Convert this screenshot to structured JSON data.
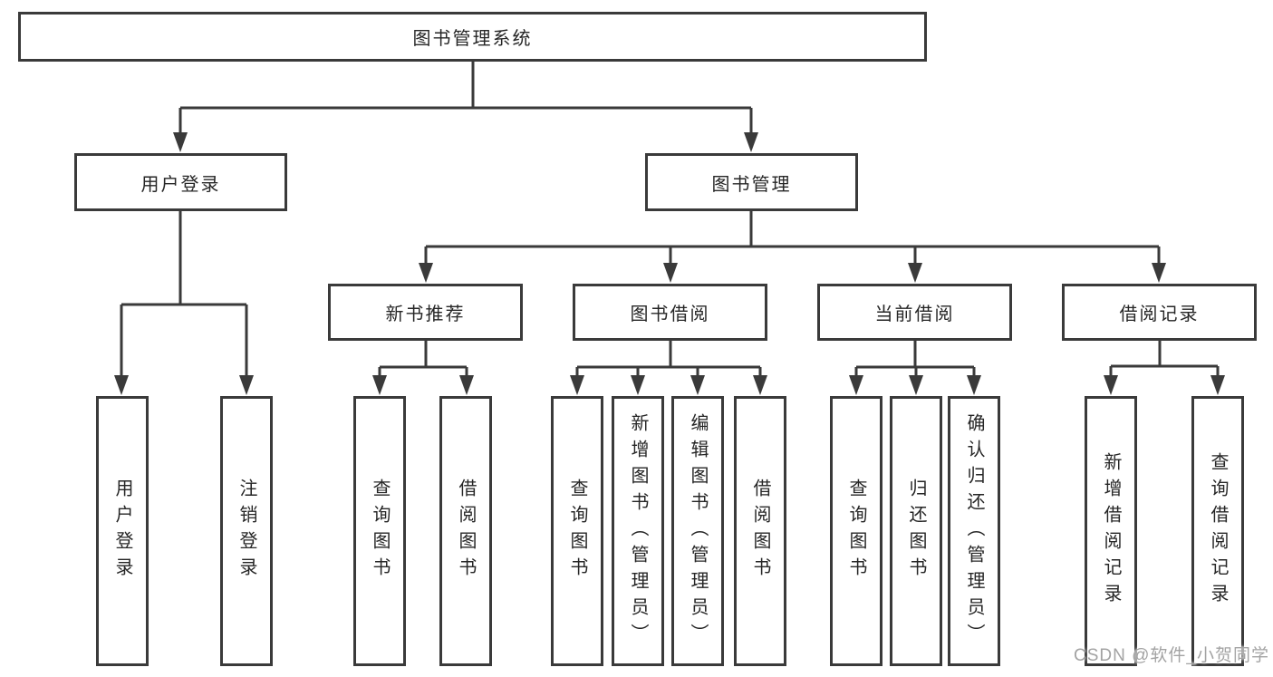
{
  "diagram": {
    "root_label": "图书管理系统",
    "level2": [
      {
        "label": "用户登录"
      },
      {
        "label": "图书管理"
      }
    ],
    "level3": [
      {
        "label": "新书推荐"
      },
      {
        "label": "图书借阅"
      },
      {
        "label": "当前借阅"
      },
      {
        "label": "借阅记录"
      }
    ],
    "leaves": {
      "user_login": [
        "用户登录",
        "注销登录"
      ],
      "new_book": [
        "查询图书",
        "借阅图书"
      ],
      "book_borrow": [
        "查询图书",
        "新增图书（管理员）",
        "编辑图书（管理员）",
        "借阅图书"
      ],
      "current_borrow": [
        "查询图书",
        "归还图书",
        "确认归还（管理员）"
      ],
      "borrow_records": [
        "新增借阅记录",
        "查询借阅记录"
      ]
    }
  },
  "watermark": {
    "text": "CSDN @软件_小贺同学"
  },
  "colors": {
    "line": "#3a3a3a",
    "text": "#262626",
    "watermark": "#a3a3a3",
    "background": "#ffffff"
  }
}
